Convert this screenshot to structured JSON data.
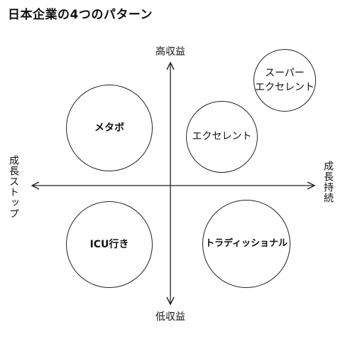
{
  "title": "日本企業の4つのパターン",
  "axes": {
    "top": "高収益",
    "bottom": "低収益",
    "left": "成長ストップ",
    "right": "成長持続"
  },
  "quadrants": [
    {
      "label": "メタボ"
    },
    {
      "label": "エクセレント"
    },
    {
      "label": "スーパー\nエクセレント"
    },
    {
      "label": "ICU行き"
    },
    {
      "label": "トラディッショナル"
    }
  ]
}
